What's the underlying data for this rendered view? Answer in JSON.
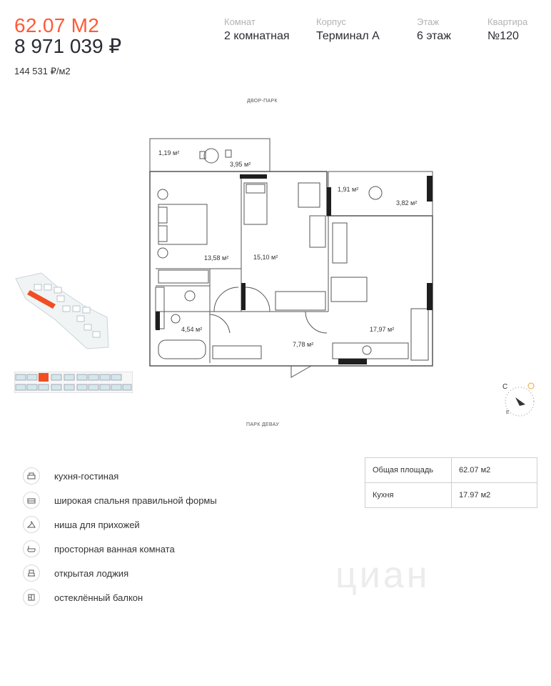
{
  "header": {
    "area": "62.07 М2",
    "price": "8 971 039 ₽",
    "price_per_m2": "144 531 ₽/м2",
    "meta": [
      {
        "label": "Комнат",
        "value": "2 комнатная"
      },
      {
        "label": "Корпус",
        "value": "Терминал А"
      },
      {
        "label": "Этаж",
        "value": "6 этаж"
      },
      {
        "label": "Квартира",
        "value": "№120"
      }
    ]
  },
  "plan": {
    "top_side_label": "ДВОР-ПАРК",
    "bottom_side_label": "ПАРК ДЕВАУ",
    "rooms": [
      {
        "label": "1,19 м²"
      },
      {
        "label": "3,95 м²"
      },
      {
        "label": "1,91 м²"
      },
      {
        "label": "3,82 м²"
      },
      {
        "label": "13,58 м²"
      },
      {
        "label": "15,10 м²"
      },
      {
        "label": "4,54 м²"
      },
      {
        "label": "7,78 м²"
      },
      {
        "label": "17,97 м²"
      }
    ],
    "compass": {
      "north": "С",
      "east": "Е"
    }
  },
  "features": [
    {
      "icon": "sofa-icon",
      "text": "кухня-гостиная"
    },
    {
      "icon": "bed-icon",
      "text": "широкая спальня правильной формы"
    },
    {
      "icon": "hanger-icon",
      "text": "ниша для прихожей"
    },
    {
      "icon": "bathtub-icon",
      "text": "просторная ванная комната"
    },
    {
      "icon": "balcony-icon",
      "text": "открытая лоджия"
    },
    {
      "icon": "window-icon",
      "text": "остеклённый балкон"
    }
  ],
  "info_table": [
    {
      "label": "Общая площадь",
      "value": "62.07 м2"
    },
    {
      "label": "Кухня",
      "value": "17.97 м2"
    }
  ],
  "watermark": "циан",
  "colors": {
    "accent": "#ff5a36",
    "text": "#2b2b33",
    "highlight": "#f04e23"
  }
}
